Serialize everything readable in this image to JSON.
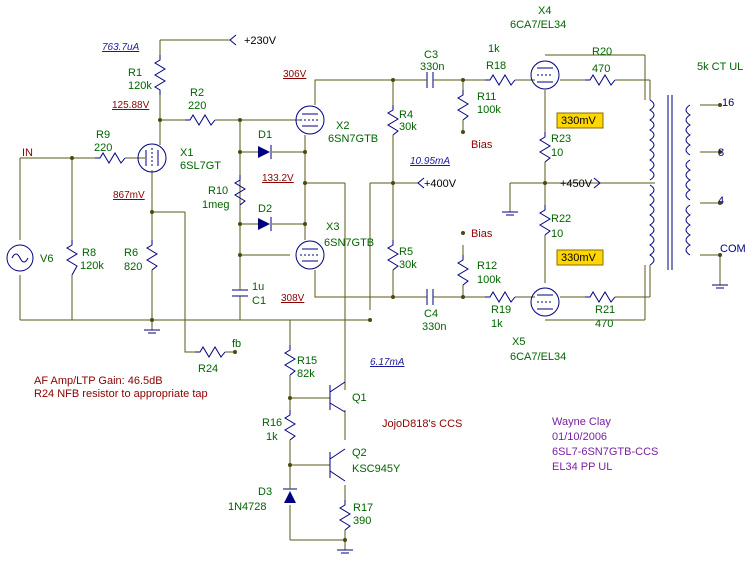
{
  "labels": {
    "r1_current": "763.7uA",
    "plus230": "+230V",
    "r1_name": "R1",
    "r1_val": "120k",
    "v12588": "125.88V",
    "r2_name": "R2",
    "r2_val": "220",
    "v306": "306V",
    "c3_name": "C3",
    "c3_val": "330n",
    "r18_val": "1k",
    "r18_name": "R18",
    "x4_name": "X4",
    "x4_type": "6CA7/EL34",
    "r20_name": "R20",
    "r20_val": "470",
    "ct_label": "5k CT UL",
    "in_label": "IN",
    "r9_name": "R9",
    "r9_val": "220",
    "x1_name": "X1",
    "x1_type": "6SL7GT",
    "d1_name": "D1",
    "x2_name": "X2",
    "x2_type": "6SN7GTB",
    "r4_name": "R4",
    "r4_val": "30k",
    "r11_name": "R11",
    "r11_val": "100k",
    "bias_top": "Bias",
    "r23_name": "R23",
    "r23_val": "10",
    "v330_top": "330mV",
    "tap16": "16",
    "tap8": "8",
    "tap4": "4",
    "tapcom": "COM",
    "v867": "867mV",
    "r10_name": "R10",
    "r10_val": "1meg",
    "v1332": "133.2V",
    "i1095": "10.95mA",
    "plus400": "+400V",
    "plus450": "+450V",
    "d2_name": "D2",
    "r8_name": "R8",
    "r8_val": "120k",
    "v6_name": "V6",
    "r6_name": "R6",
    "r6_val": "820",
    "x3_name": "X3",
    "x3_type": "6SN7GTB",
    "r5_name": "R5",
    "r5_val": "30k",
    "bias_bot": "Bias",
    "r12_name": "R12",
    "r12_val": "100k",
    "r22_name": "R22",
    "r22_val": "10",
    "v330_bot": "330mV",
    "c1_name": "C1",
    "c1_val": "1u",
    "v308": "308V",
    "c4_name": "C4",
    "c4_val": "330n",
    "r19_name": "R19",
    "r19_val": "1k",
    "r21_name": "R21",
    "r21_val": "470",
    "x5_name": "X5",
    "x5_type": "6CA7/EL34",
    "fb": "fb",
    "r24_name": "R24",
    "r15_name": "R15",
    "r15_val": "82k",
    "i617": "6.17mA",
    "note1": "AF Amp/LTP Gain: 46.5dB",
    "note2": "R24 NFB resistor to appropriate tap",
    "q1_name": "Q1",
    "r16_name": "R16",
    "r16_val": "1k",
    "ccs": "JojoD818's CCS",
    "q2_name": "Q2",
    "q2_type": "KSC945Y",
    "d3_name": "D3",
    "d3_type": "1N4728",
    "r17_name": "R17",
    "r17_val": "390",
    "author": "Wayne Clay",
    "date": "01/10/2006",
    "design": "6SL7-6SN7GTB-CCS",
    "design2": "EL34 PP UL"
  },
  "colors": {
    "wire": "#5a5a1a",
    "component": "#000080",
    "label": "#006400",
    "highlight": "#ffd700"
  }
}
